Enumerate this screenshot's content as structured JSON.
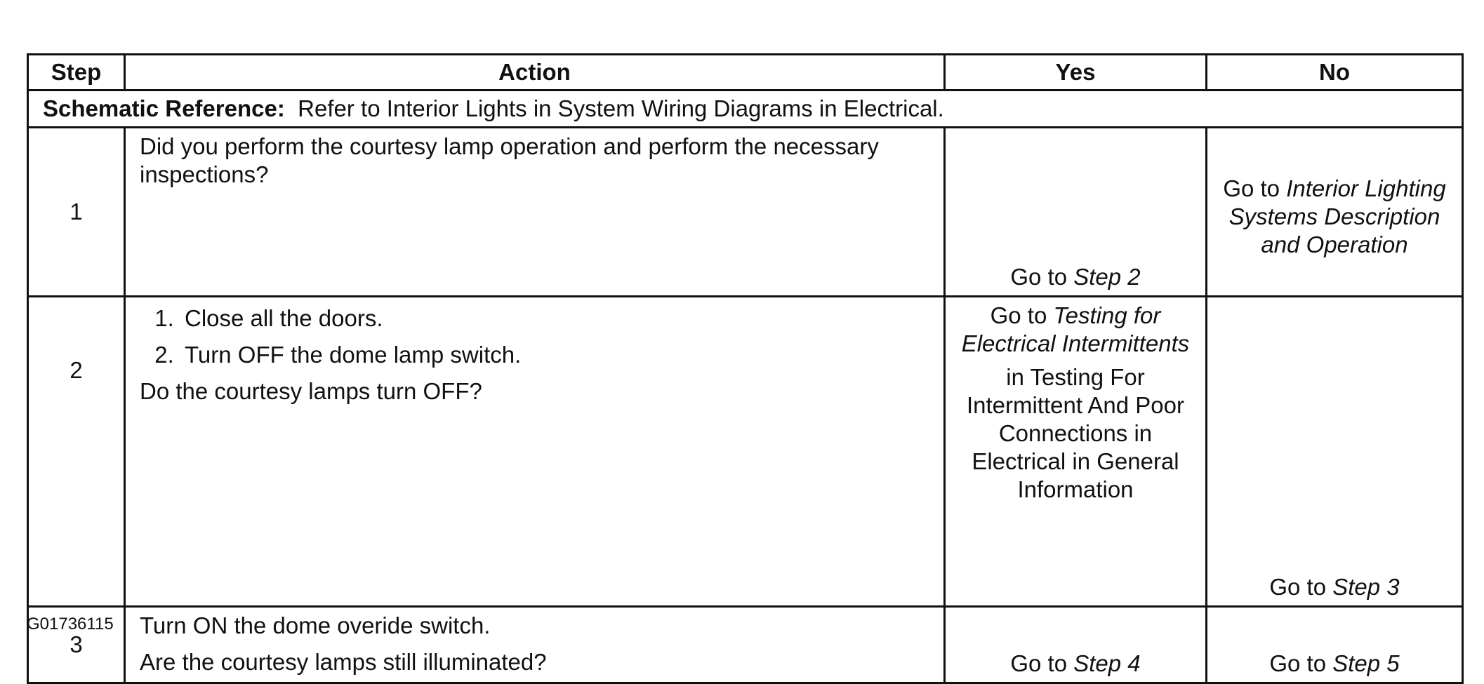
{
  "table": {
    "headers": {
      "step": "Step",
      "action": "Action",
      "yes": "Yes",
      "no": "No"
    },
    "schematic": {
      "label": "Schematic Reference:",
      "text": "Refer to Interior Lights in System Wiring Diagrams in Electrical."
    },
    "rows": [
      {
        "step": "1",
        "action_text": "Did you perform the courtesy lamp operation and perform the necessary inspections?",
        "yes_prefix": "Go to ",
        "yes_link": "Step 2",
        "no_prefix": "Go to ",
        "no_link": "Interior Lighting Systems Description and Operation"
      },
      {
        "step": "2",
        "action_items": [
          "Close all the doors.",
          "Turn OFF the dome lamp switch."
        ],
        "action_question": "Do the courtesy lamps turn OFF?",
        "yes_prefix": "Go to ",
        "yes_link": "Testing for Electrical Intermittents",
        "yes_suffix": "in Testing For Intermittent And Poor Connections in Electrical in General Information",
        "no_prefix": "Go to ",
        "no_link": "Step 3"
      },
      {
        "step": "3",
        "action_line1": "Turn ON the dome overide switch.",
        "action_question": "Are the courtesy lamps still illuminated?",
        "yes_prefix": "Go to ",
        "yes_link": "Step 4",
        "no_prefix": "Go to ",
        "no_link": "Step 5"
      }
    ]
  },
  "footer": {
    "graphic_id": "G01736115"
  }
}
